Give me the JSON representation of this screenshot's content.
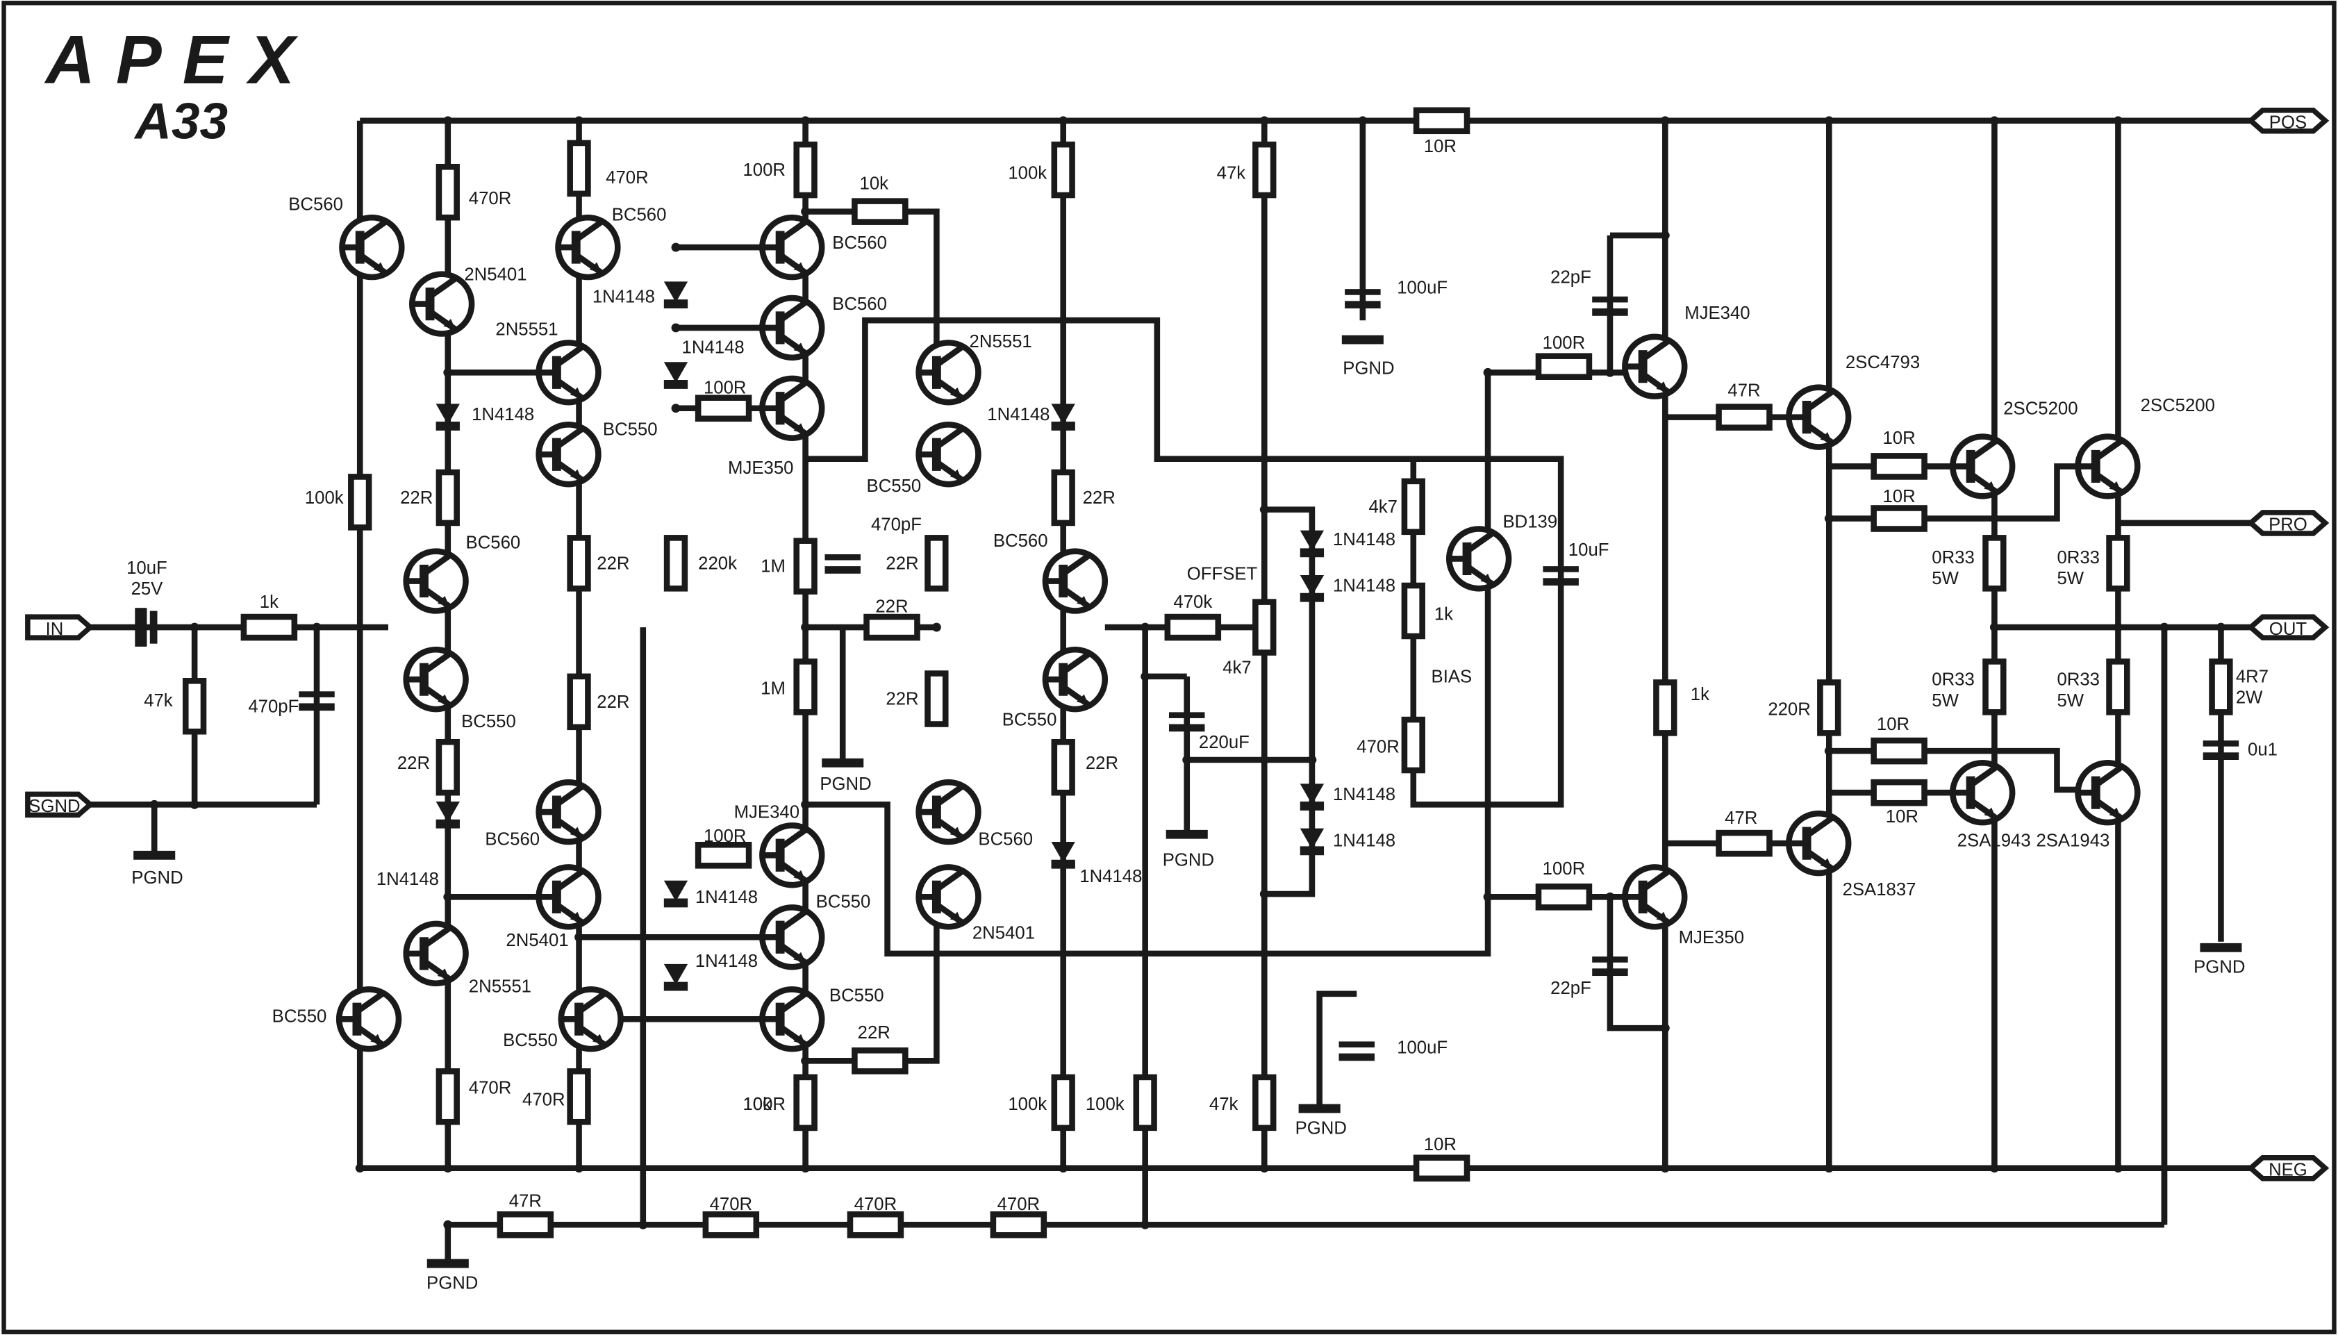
{
  "header": {
    "brand": "APEX",
    "model": "A33"
  },
  "ports": [
    {
      "label": "POS"
    },
    {
      "label": "PRO"
    },
    {
      "label": "OUT"
    },
    {
      "label": "NEG"
    },
    {
      "label": "IN"
    },
    {
      "label": "SGND"
    }
  ],
  "resistors": [
    {
      "label": "470R"
    },
    {
      "label": "470R"
    },
    {
      "label": "100R"
    },
    {
      "label": "10k"
    },
    {
      "label": "100k"
    },
    {
      "label": "47k"
    },
    {
      "label": "10R"
    },
    {
      "label": "1k"
    },
    {
      "label": "47k"
    },
    {
      "label": "100k"
    },
    {
      "label": "22R"
    },
    {
      "label": "22R"
    },
    {
      "label": "22R"
    },
    {
      "label": "22R"
    },
    {
      "label": "22R"
    },
    {
      "label": "100R"
    },
    {
      "label": "220k"
    },
    {
      "label": "1M"
    },
    {
      "label": "1M"
    },
    {
      "label": "22R"
    },
    {
      "label": "22R"
    },
    {
      "label": "22R"
    },
    {
      "label": "22R"
    },
    {
      "label": "22R"
    },
    {
      "label": "470k"
    },
    {
      "label": "4k7"
    },
    {
      "label": "4k7"
    },
    {
      "label": "1k"
    },
    {
      "label": "470R"
    },
    {
      "label": "100R"
    },
    {
      "label": "47R"
    },
    {
      "label": "10R"
    },
    {
      "label": "10R"
    },
    {
      "label": "0R33 5W"
    },
    {
      "label": "0R33 5W"
    },
    {
      "label": "0R33 5W"
    },
    {
      "label": "0R33 5W"
    },
    {
      "label": "4R7 2W"
    },
    {
      "label": "1k"
    },
    {
      "label": "220R"
    },
    {
      "label": "10R"
    },
    {
      "label": "10R"
    },
    {
      "label": "47R"
    },
    {
      "label": "100R"
    },
    {
      "label": "100R"
    },
    {
      "label": "10k"
    },
    {
      "label": "470R"
    },
    {
      "label": "470R"
    },
    {
      "label": "100R"
    },
    {
      "label": "100k"
    },
    {
      "label": "100k"
    },
    {
      "label": "47k"
    },
    {
      "label": "10R"
    },
    {
      "label": "47R"
    },
    {
      "label": "470R"
    },
    {
      "label": "470R"
    },
    {
      "label": "470R"
    }
  ],
  "capacitors": [
    {
      "label": "10uF 25V"
    },
    {
      "label": "470pF"
    },
    {
      "label": "470pF"
    },
    {
      "label": "220uF"
    },
    {
      "label": "10uF"
    },
    {
      "label": "100uF"
    },
    {
      "label": "100uF"
    },
    {
      "label": "22pF"
    },
    {
      "label": "22pF"
    },
    {
      "label": "0u1"
    }
  ],
  "transistors": [
    {
      "label": "BC560"
    },
    {
      "label": "2N5401"
    },
    {
      "label": "BC560"
    },
    {
      "label": "2N5551"
    },
    {
      "label": "BC550"
    },
    {
      "label": "BC560"
    },
    {
      "label": "BC560"
    },
    {
      "label": "MJE350"
    },
    {
      "label": "BC560"
    },
    {
      "label": "BC550"
    },
    {
      "label": "BC560"
    },
    {
      "label": "2N5401"
    },
    {
      "label": "2N5551"
    },
    {
      "label": "BC550"
    },
    {
      "label": "BC550"
    },
    {
      "label": "MJE340"
    },
    {
      "label": "BC550"
    },
    {
      "label": "BC550"
    },
    {
      "label": "2N5551"
    },
    {
      "label": "BC550"
    },
    {
      "label": "BC560"
    },
    {
      "label": "BC550"
    },
    {
      "label": "BC560"
    },
    {
      "label": "2N5401"
    },
    {
      "label": "BD139"
    },
    {
      "label": "MJE340"
    },
    {
      "label": "MJE350"
    },
    {
      "label": "2SC4793"
    },
    {
      "label": "2SA1837"
    },
    {
      "label": "2SC5200"
    },
    {
      "label": "2SC5200"
    },
    {
      "label": "2SA1943"
    },
    {
      "label": "2SA1943"
    }
  ],
  "diodes": [
    {
      "label": "1N4148"
    },
    {
      "label": "1N4148"
    },
    {
      "label": "1N4148"
    },
    {
      "label": "1N4148"
    },
    {
      "label": "1N4148"
    },
    {
      "label": "1N4148"
    },
    {
      "label": "1N4148"
    },
    {
      "label": "1N4148"
    },
    {
      "label": "1N4148"
    },
    {
      "label": "1N4148"
    },
    {
      "label": "1N4148"
    },
    {
      "label": "1N4148"
    }
  ],
  "grounds": [
    {
      "label": "PGND"
    },
    {
      "label": "PGND"
    },
    {
      "label": "PGND"
    },
    {
      "label": "PGND"
    },
    {
      "label": "PGND"
    },
    {
      "label": "PGND"
    },
    {
      "label": "PGND"
    }
  ],
  "annotations": [
    {
      "label": "OFFSET"
    },
    {
      "label": "BIAS"
    }
  ]
}
